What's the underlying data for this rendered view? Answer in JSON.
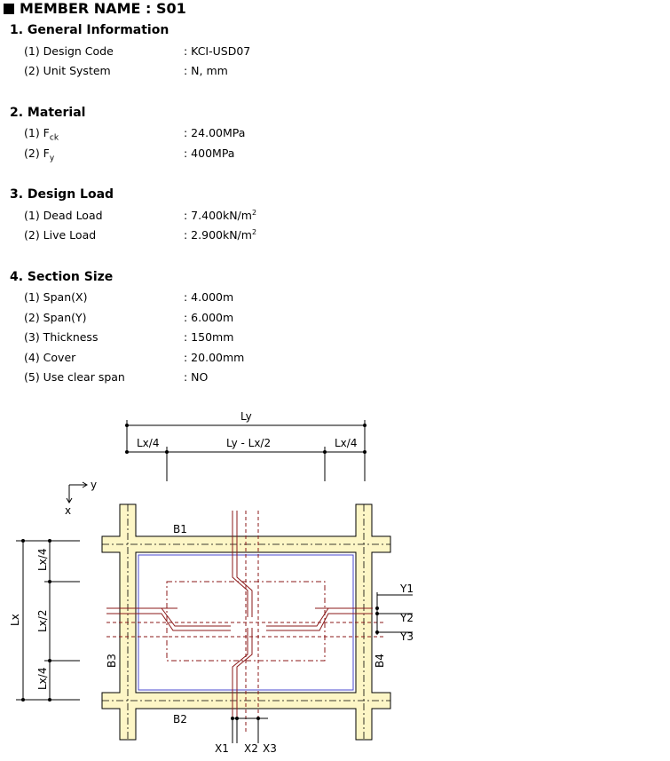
{
  "title": "MEMBER NAME : S01",
  "sections": {
    "general": {
      "heading": "1. General Information",
      "rows": [
        {
          "label": "(1) Design Code",
          "value": ": KCI-USD07"
        },
        {
          "label": "(2) Unit System",
          "value": ": N,  mm"
        }
      ]
    },
    "material": {
      "heading": "2. Material",
      "rows": [
        {
          "label_prefix": "(1) F",
          "label_sub": "ck",
          "value": ": 24.00MPa"
        },
        {
          "label_prefix": "(2) F",
          "label_sub": "y",
          "value": ": 400MPa"
        }
      ]
    },
    "load": {
      "heading": "3. Design Load",
      "rows": [
        {
          "label": "(1) Dead Load",
          "value": ": 7.400kN/m",
          "unit_sup": "2"
        },
        {
          "label": "(2) Live Load",
          "value": ": 2.900kN/m",
          "unit_sup": "2"
        }
      ]
    },
    "size": {
      "heading": "4. Section Size",
      "rows": [
        {
          "label": "(1) Span(X)",
          "value": ": 4.000m"
        },
        {
          "label": "(2) Span(Y)",
          "value": ": 6.000m"
        },
        {
          "label": "(3) Thickness",
          "value": ": 150mm"
        },
        {
          "label": "(4) Cover",
          "value": ": 20.00mm"
        },
        {
          "label": "(5) Use clear span",
          "value": ": NO"
        }
      ]
    }
  },
  "drawing": {
    "dim_top": "Ly",
    "dim_lx4_left": "Lx/4",
    "dim_mid": "Ly - Lx/2",
    "dim_lx4_right": "Lx/4",
    "axis_y": "y",
    "axis_x": "x",
    "dim_left": "Lx",
    "dim_left_top": "Lx/4",
    "dim_left_mid": "Lx/2",
    "dim_left_bot": "Lx/4",
    "beam_top": "B1",
    "beam_bottom": "B2",
    "beam_left": "B3",
    "beam_right": "B4",
    "strip_y1": "Y1",
    "strip_y2": "Y2",
    "strip_y3": "Y3",
    "strip_x1": "X1",
    "strip_x2": "X2",
    "strip_x3": "X3",
    "colors": {
      "beam_fill": "#fdf6c6",
      "rebar": "#8b1a1a",
      "inner_line": "#4a4ad0"
    }
  }
}
